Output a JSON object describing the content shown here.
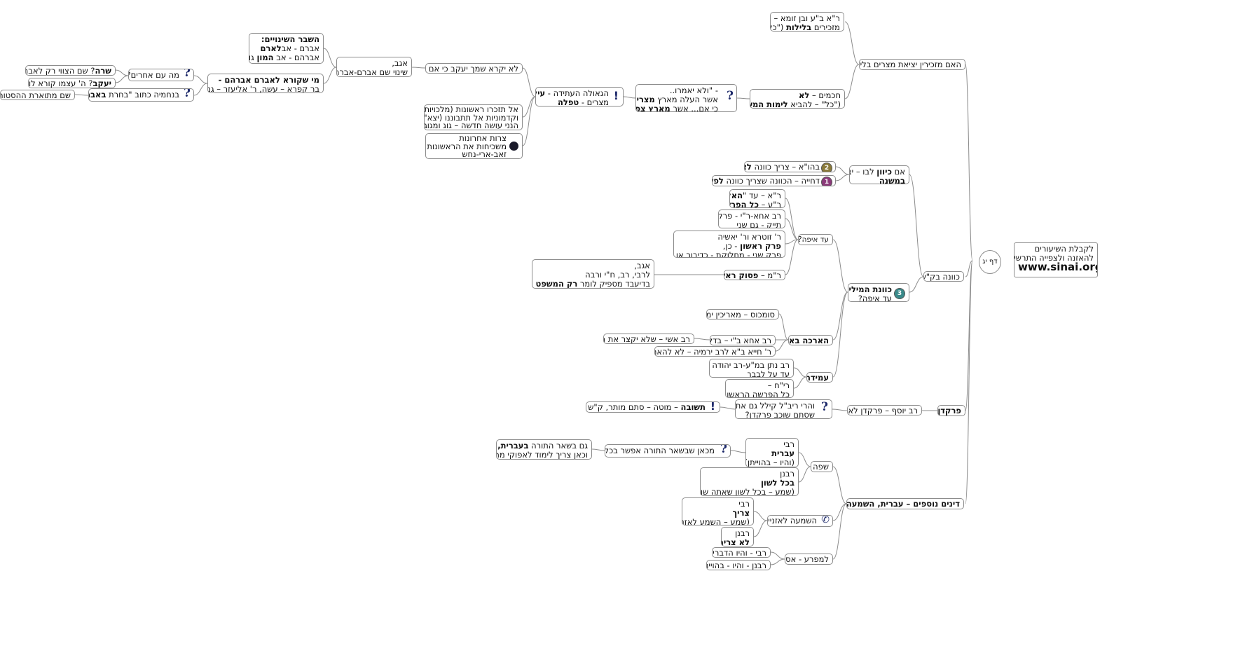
{
  "root": {
    "label": "דף יג"
  },
  "banner": {
    "line1": "לקבלת השיעורים",
    "line2": "להאזנה ולצפייה התרשים:",
    "site": "www.sinai.org.il"
  },
  "b1": {
    "label": "האם מזכירין יציאת מצרים בלילות",
    "n1": {
      "l1": "ר\"א ב\"ע ובן זומא –",
      "l2a": "מזכירים ",
      "l2b": "בלילות",
      "l2c": " (\"כל\")"
    },
    "n2": {
      "l1a": "חכמים – ",
      "l1b": "לא",
      "l2a": "(\"כל\" – להביא ",
      "l2b": "לימות המשיח",
      "l2c": ")"
    },
    "n3": {
      "l1": "- \"ולא יאמרו..",
      "l2a": "אשר העלה מארץ ",
      "l2b": "מצרים,",
      "l3a": "כי אם... אשר ",
      "l3b": "מארץ צפונה\""
    },
    "n4": {
      "l1a": "הגאולה העתידה - ",
      "l1b": "עיקר",
      "l2a": "מצרים - ",
      "l2b": "טפלה"
    },
    "n5": {
      "l1": "לא יקרא שמך יעקב כי אם ישראל"
    },
    "n6": {
      "l1": "אגב,",
      "l2": "שינוי שם אברם-אברהם"
    },
    "n7": {
      "l1": "השבר השינויים:",
      "l2a": "אברם - אב",
      "l2b": "ל",
      "l2c": "ארם",
      "l3a": "אברהם - אב ",
      "l3b": "המון",
      "l3c": " גוים"
    },
    "n8": {
      "l1": "מי שקורא לאברם אברהם -",
      "l2": "בר קפרא – עשה, ר' אליעזר – גם לאו"
    },
    "n9": {
      "l1": "מה עם אחרים?"
    },
    "n10": {
      "l1a": "שרה",
      "l1b": "? שם הצווי רק לאברהם"
    },
    "n11": {
      "l1a": "יעקב",
      "l1b": "? ה' עצמו קורא לו יעקב"
    },
    "n12": {
      "l1a": "בנחמיה כתוב \"בחרת ",
      "l1b": "באברם",
      "l1c": "\"?"
    },
    "n13": {
      "l1": "שם מתוארת ההסטוריה"
    },
    "n14": {
      "l1": "אל תזכרו ראשונות  (מלכויות)",
      "l2": "וקדמוניות אל תתבוננו (יצא\"מ),",
      "l3": "הנני עושה חדשה – גוג ומגוג"
    },
    "n15": {
      "l1": "צרות אחרונות",
      "l2": "משכיחות את הראשונות –",
      "l3": "זאב-ארי-נחש"
    }
  },
  "b2": {
    "label": "כוונה בק\"ש",
    "n1": {
      "l1a": "אם ",
      "l1b": "כיוון",
      "l1c": " לבו – יצא"
    },
    "n2": {
      "l1": "במשנה"
    },
    "n3": {
      "l1a": "בהו\"א – צריך כוונה ",
      "l1b": "לצאת"
    },
    "n4": {
      "l1a": "דחייה – הכוונה שצריך כוונה ",
      "l1b": "לפשלה"
    },
    "n5": {
      "l1a": "כוונת המילים",
      "l2": "עד איפה?"
    },
    "n6": {
      "l1": "עד איפה?"
    },
    "n7": {
      "l1a": "ר\"א – עד \"",
      "l1b": "האלה",
      "l1c": "\"",
      "l2a": "ר\"ע – ",
      "l2b": "כל הפרשה"
    },
    "n8": {
      "l1a": "רב אחא-ר\"י - פרק ",
      "l1b": "א",
      "l2": "תייק - גם שני"
    },
    "n9": {
      "l1": "ר' זוטרא ור' יאשיה",
      "l2a": "פרק ראשון",
      "l2b": " - כן,",
      "l3": "פרק שני - מחלוקת - כדיבור או כוונה"
    },
    "n10": {
      "l1a": "ר\"מ – ",
      "l1b": "פסוק ראשון"
    },
    "n11": {
      "l1": "אגב,",
      "l2": "לרבי, רב, ח\"י ורבה",
      "l3a": "בדיעבד מספיק לומר ",
      "l3b": "רק המשפט הראשון"
    },
    "n12": {
      "l1": "הארכה באחד"
    },
    "n13": {
      "l1": "סומכוס – מאריכין ימיו"
    },
    "n14": {
      "l1": "רב אחא ב\"י – בדל\"ת"
    },
    "n15": {
      "l1": "רב אשי – שלא יקצר את החי\"ת"
    },
    "n16": {
      "l1": "ר' חייא ב\"א לרב ירמיה – לא להאריך מדי"
    },
    "n17": {
      "l1": "עמידה"
    },
    "n18": {
      "l1": "רב נתן במ\"ע-רב יהודה –",
      "l2": "עד על לבבך"
    },
    "n19": {
      "l1": "רי\"ח –",
      "l2": "כל הפרשה הראשונה"
    }
  },
  "b3": {
    "label": "פרקדן",
    "n1": {
      "l1": "רב יוסף – פרקדן לא יקרא"
    },
    "n2": {
      "l1": "והרי ריב\"ל קילל גם את מי",
      "l2": "שסתם שוכב פרקדן?"
    },
    "n3": {
      "l1a": "תשובה",
      "l1b": " – מוטה – סתם מותר, ק\"ש אסור"
    }
  },
  "b4": {
    "label": "דינים נוספים – עברית, השמעה, למפרע",
    "n1": {
      "l1": "שפה"
    },
    "n2": {
      "l1": "רבי",
      "l2": "עברית",
      "l3": "(והיו – בהוייתן)"
    },
    "n3": {
      "l1": "מכאן שבשאר התורה אפשר בכל לשון?"
    },
    "n4": {
      "l1a": "גם בשאר התורה ",
      "l1b": "בעברית,",
      "l2": "וכאן צריך לימוד לאפוקי מרבנן"
    },
    "n5": {
      "l1": "רבנן",
      "l2": "בכל לשון",
      "l3": "(שמע – בכל לשון שאתה שומע)"
    },
    "n6": {
      "l1": "השמעה לאזניים"
    },
    "n7": {
      "l1": "רבי",
      "l2": "צריך",
      "l3": "(שמע – השמע לאזנך)"
    },
    "n8": {
      "l1": "רבנן",
      "l2": "לא צריך"
    },
    "n9": {
      "l1": "למפרע - אסור"
    },
    "n10": {
      "l1": "רבי - והיו הדברים"
    },
    "n11": {
      "l1": "רבנן - והיו - בהוייתן"
    }
  },
  "colors": {
    "line": "#8c8c8c",
    "border": "#8c8c8c",
    "icon": "#1e2a6b",
    "num1": "#8b3a7a",
    "num2": "#8a7a3a",
    "num3": "#3a8a8a"
  }
}
